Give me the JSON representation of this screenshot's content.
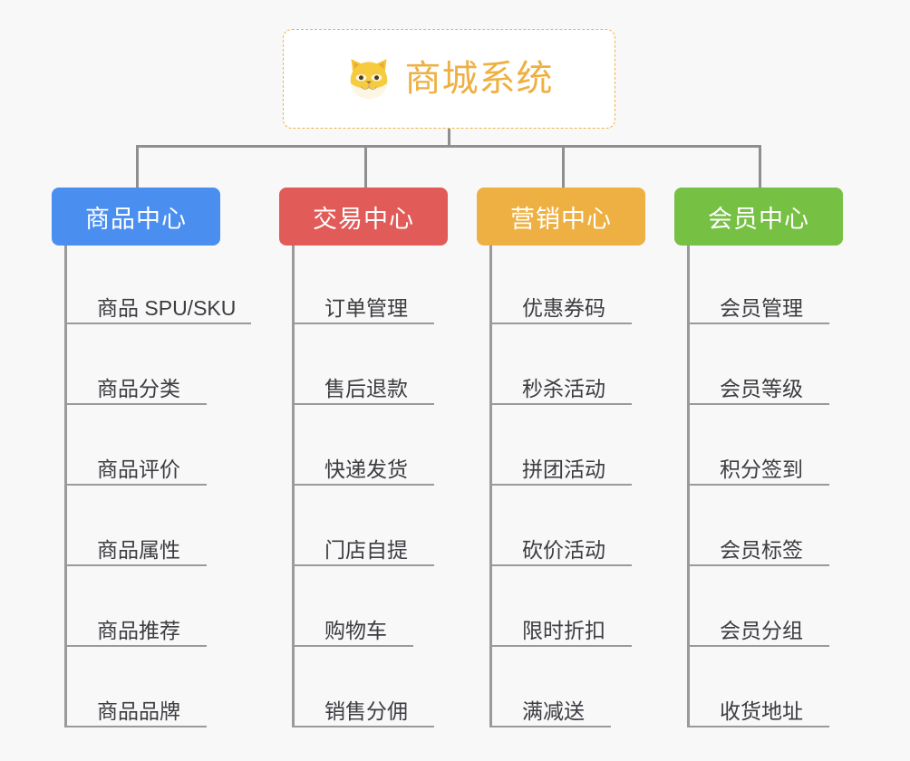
{
  "background_color": "#f8f8f8",
  "root": {
    "title": "商城系统",
    "icon": "shiba-dog-icon",
    "text_color": "#eeb042",
    "border_color": "#edb44a"
  },
  "connector_color": "#8f8f8f",
  "branches": [
    {
      "label": "商品中心",
      "color": "#4a8ef0",
      "items": [
        "商品 SPU/SKU",
        "商品分类",
        "商品评价",
        "商品属性",
        "商品推荐",
        "商品品牌"
      ]
    },
    {
      "label": "交易中心",
      "color": "#e15b58",
      "items": [
        "订单管理",
        "售后退款",
        "快递发货",
        "门店自提",
        "购物车",
        "销售分佣"
      ]
    },
    {
      "label": "营销中心",
      "color": "#eeb042",
      "items": [
        "优惠券码",
        "秒杀活动",
        "拼团活动",
        "砍价活动",
        "限时折扣",
        "满减送"
      ]
    },
    {
      "label": "会员中心",
      "color": "#76c043",
      "items": [
        "会员管理",
        "会员等级",
        "积分签到",
        "会员标签",
        "会员分组",
        "收货地址"
      ]
    }
  ]
}
